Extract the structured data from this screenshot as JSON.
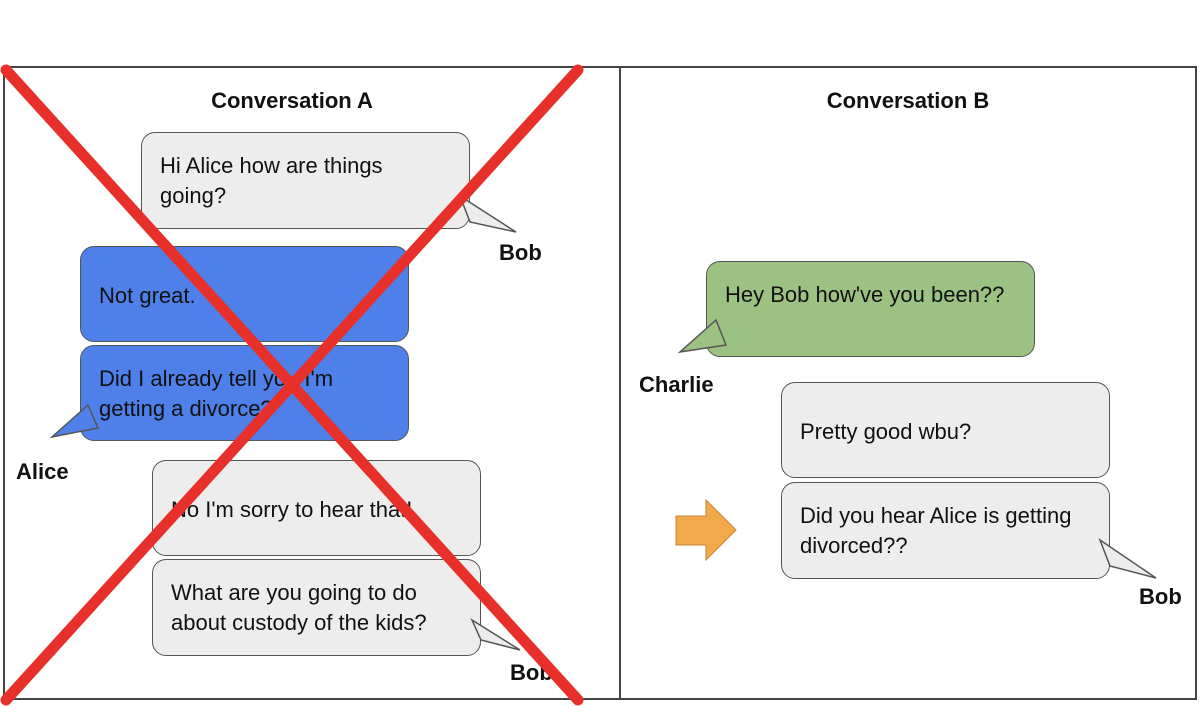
{
  "conversation_a": {
    "title": "Conversation A",
    "messages": [
      {
        "text": "Hi Alice how are things going?"
      },
      {
        "text": "Not great."
      },
      {
        "text": "Did I already tell you I'm getting a divorce?"
      },
      {
        "text": "No I'm sorry to hear that!"
      },
      {
        "text": "What are you going to do about custody of the kids?"
      }
    ],
    "speakers": {
      "bob_top": "Bob",
      "alice": "Alice",
      "bob_bottom": "Bob"
    }
  },
  "conversation_b": {
    "title": "Conversation B",
    "messages": [
      {
        "text": "Hey Bob how've you been??"
      },
      {
        "text": "Pretty good wbu?"
      },
      {
        "text": "Did you hear Alice is getting divorced??"
      }
    ],
    "speakers": {
      "charlie": "Charlie",
      "bob": "Bob"
    }
  },
  "colors": {
    "cross": "#e8302a",
    "arrow": "#f2a94b",
    "bubble_gray": "#ededed",
    "bubble_blue": "#4f7fe8",
    "bubble_green": "#9bc283"
  }
}
